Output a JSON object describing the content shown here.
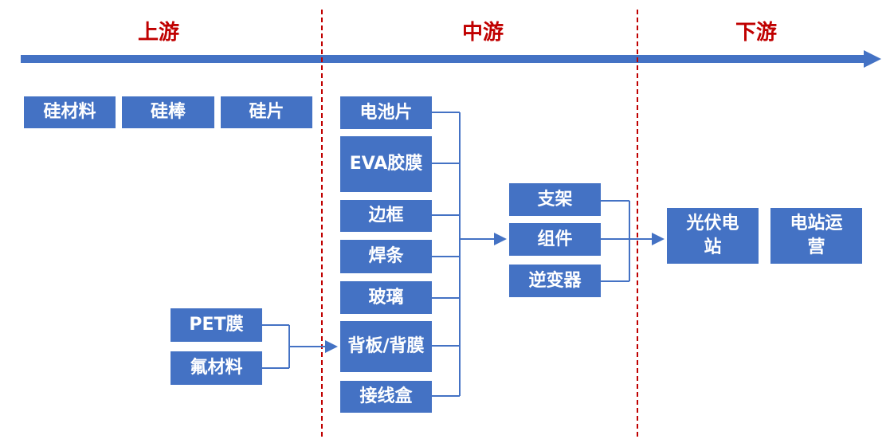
{
  "stages": {
    "upstream": "上游",
    "midstream": "中游",
    "downstream": "下游"
  },
  "upstream": {
    "silicon_chain": [
      "硅材料",
      "硅棒",
      "硅片"
    ],
    "backsheet_inputs": [
      "PET膜",
      "氟材料"
    ]
  },
  "midstream": {
    "module_materials": [
      "电池片",
      "EVA胶膜",
      "边框",
      "焊条",
      "玻璃",
      "背板/背膜",
      "接线盒"
    ],
    "system_parts": [
      "支架",
      "组件",
      "逆变器"
    ]
  },
  "downstream": {
    "items": [
      "光伏电站",
      "电站运营"
    ]
  },
  "colors": {
    "box": "#4472c4",
    "arrow": "#4472c4",
    "divider": "#c00000",
    "stage_title": "#c00000"
  }
}
